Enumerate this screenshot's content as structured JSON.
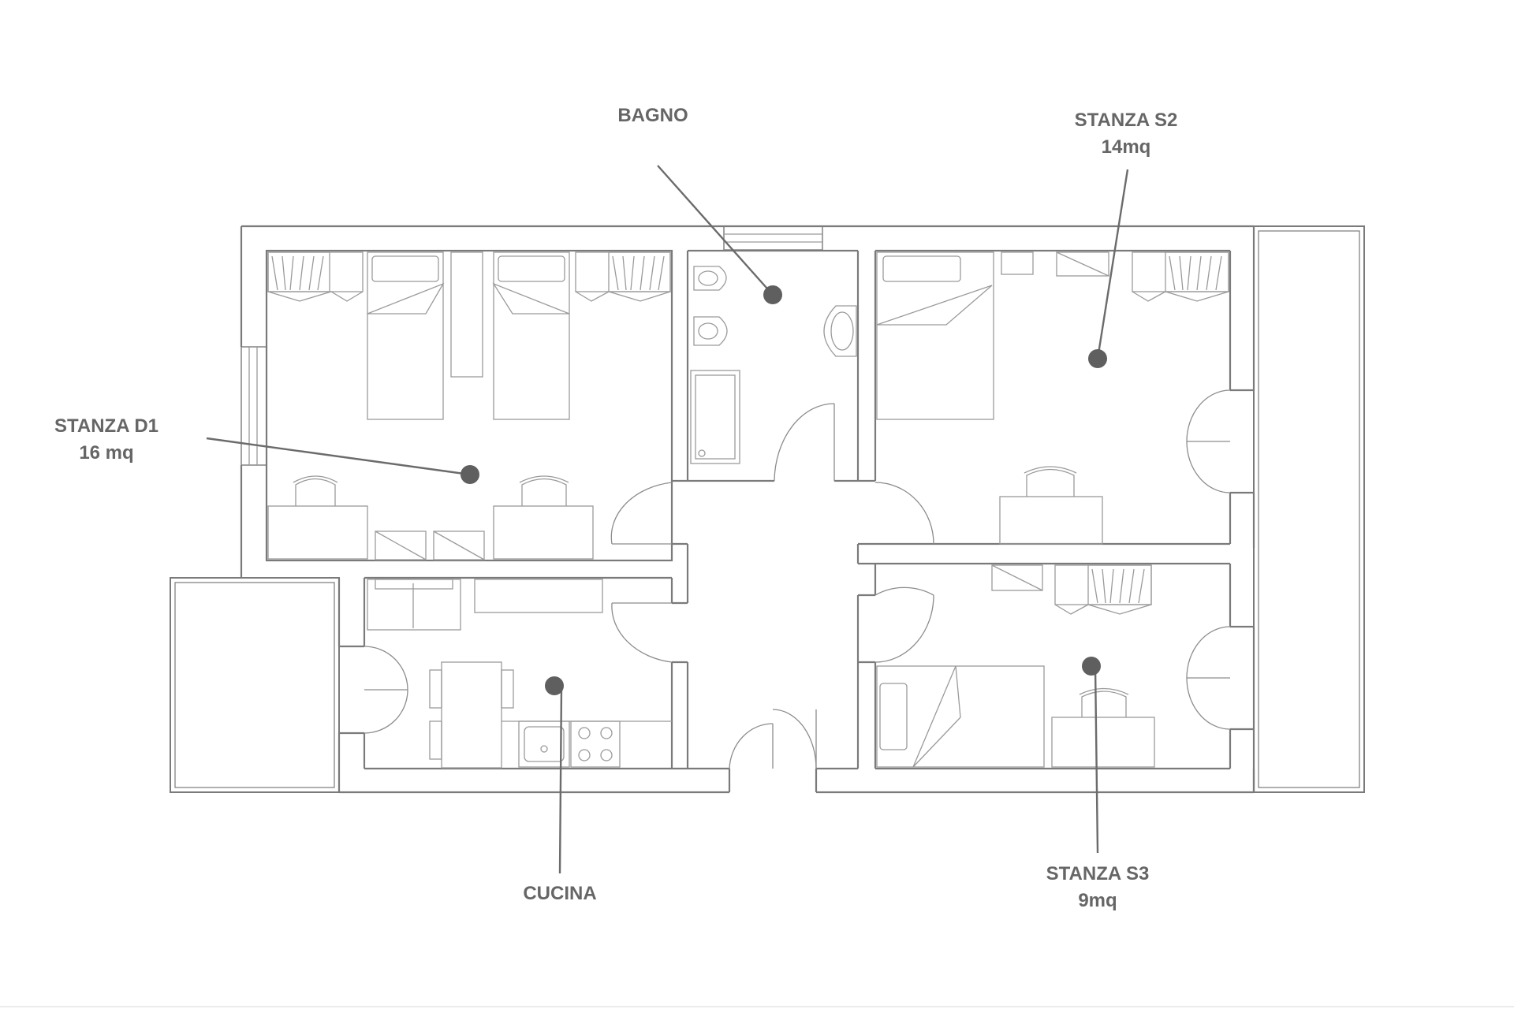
{
  "rooms": [
    {
      "id": "d1",
      "name": "STANZA D1",
      "area": "16 mq"
    },
    {
      "id": "bagno",
      "name": "BAGNO",
      "area": ""
    },
    {
      "id": "s2",
      "name": "STANZA S2",
      "area": "14mq"
    },
    {
      "id": "cucina",
      "name": "CUCINA",
      "area": ""
    },
    {
      "id": "s3",
      "name": "STANZA S3",
      "area": "9mq"
    }
  ],
  "colors": {
    "wall": "#7a7a7a",
    "furniture": "#9a9a9a",
    "marker": "#5f5f5f",
    "label": "#666666",
    "background": "#ffffff"
  }
}
